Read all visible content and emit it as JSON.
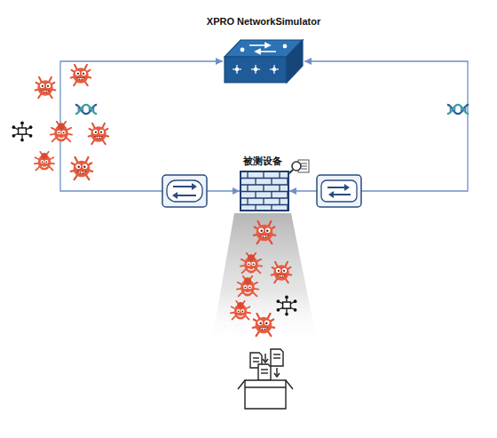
{
  "diagram": {
    "nodes": [
      {
        "text": [
          "XPRO NetworkSimulator"
        ]
      },
      {
        "text": [
          "被测设备"
        ]
      }
    ],
    "edges": [
      {
        "from": 0,
        "to": 1,
        "arrow": "both"
      },
      {
        "from": 0,
        "to": 1,
        "arrow": "both"
      }
    ]
  }
}
